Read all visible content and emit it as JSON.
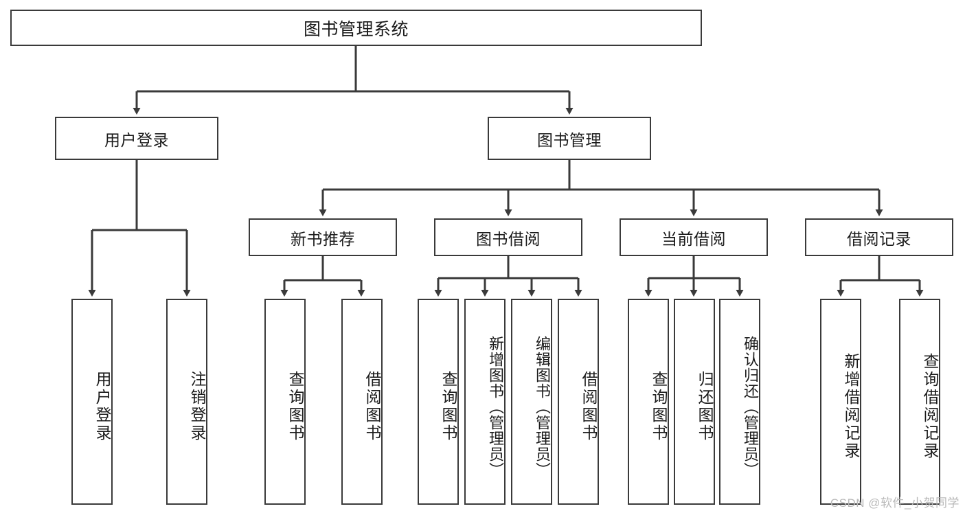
{
  "diagram": {
    "title": "图书管理系统",
    "type": "tree",
    "root": {
      "id": "root",
      "label": "图书管理系统"
    },
    "level2": [
      {
        "id": "user-login",
        "label": "用户登录"
      },
      {
        "id": "book-management",
        "label": "图书管理"
      }
    ],
    "level3": [
      {
        "id": "new-book-recommend",
        "label": "新书推荐",
        "parent": "book-management"
      },
      {
        "id": "book-borrow",
        "label": "图书借阅",
        "parent": "book-management"
      },
      {
        "id": "current-borrow",
        "label": "当前借阅",
        "parent": "book-management"
      },
      {
        "id": "borrow-record",
        "label": "借阅记录",
        "parent": "book-management"
      }
    ],
    "leaves": [
      {
        "id": "leaf-user-login",
        "label": "用户登录",
        "parent": "user-login"
      },
      {
        "id": "leaf-logout",
        "label": "注销登录",
        "parent": "user-login"
      },
      {
        "id": "leaf-query-book-1",
        "label": "查询图书",
        "parent": "new-book-recommend"
      },
      {
        "id": "leaf-borrow-book-1",
        "label": "借阅图书",
        "parent": "new-book-recommend"
      },
      {
        "id": "leaf-query-book-2",
        "label": "查询图书",
        "parent": "book-borrow"
      },
      {
        "id": "leaf-add-book",
        "label": "新增图书（管理员）",
        "parent": "book-borrow"
      },
      {
        "id": "leaf-edit-book",
        "label": "编辑图书（管理员）",
        "parent": "book-borrow"
      },
      {
        "id": "leaf-borrow-book-2",
        "label": "借阅图书",
        "parent": "book-borrow"
      },
      {
        "id": "leaf-query-book-3",
        "label": "查询图书",
        "parent": "current-borrow"
      },
      {
        "id": "leaf-return-book",
        "label": "归还图书",
        "parent": "current-borrow"
      },
      {
        "id": "leaf-confirm-return",
        "label": "确认归还（管理员）",
        "parent": "current-borrow"
      },
      {
        "id": "leaf-add-record",
        "label": "新增借阅记录",
        "parent": "borrow-record"
      },
      {
        "id": "leaf-query-record",
        "label": "查询借阅记录",
        "parent": "borrow-record"
      }
    ],
    "watermark": "CSDN @软件_小贺同学",
    "colors": {
      "box_border": "#3a3a3a",
      "box_fill": "#ffffff",
      "connector": "#3a3a3a",
      "text": "#1b1b1b",
      "watermark": "#b9b9b9",
      "background": "#ffffff"
    }
  }
}
